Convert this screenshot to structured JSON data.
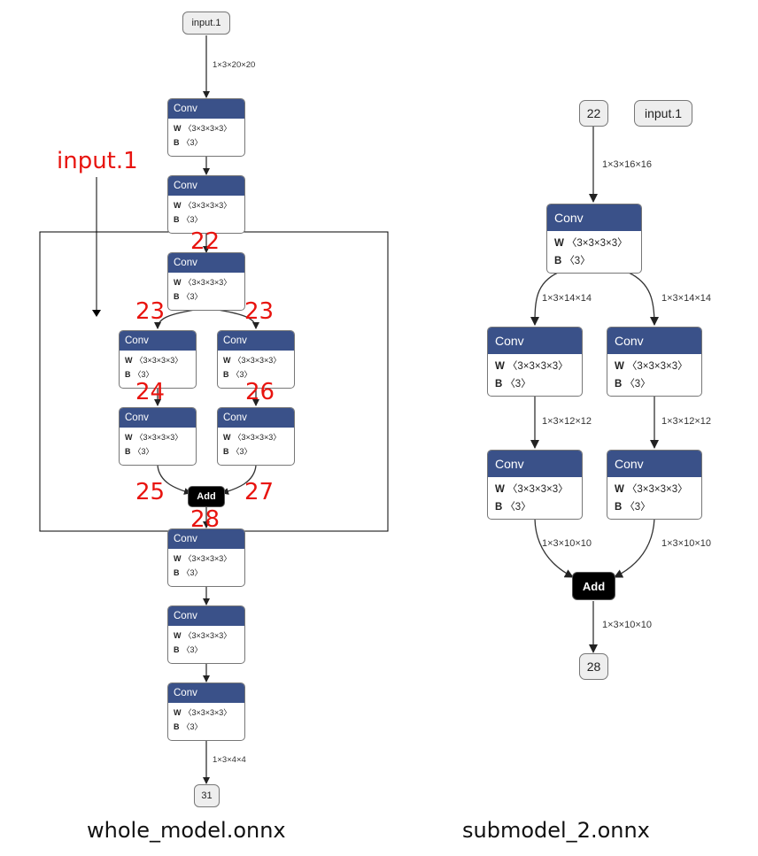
{
  "whole_model": {
    "caption": "whole_model.onnx",
    "input_node": "input.1",
    "output_node": "31",
    "edge_in": "1×3×20×20",
    "edge_out": "1×3×4×4",
    "conv_title": "Conv",
    "w_key": "W",
    "w_val": "〈3×3×3×3〉",
    "b_key": "B",
    "b_val": "〈3〉",
    "add_label": "Add",
    "annotations": {
      "input_arrow": "input.1",
      "t22": "22",
      "t23a": "23",
      "t23b": "23",
      "t24": "24",
      "t26": "26",
      "t25": "25",
      "t27": "27",
      "t28": "28"
    }
  },
  "submodel_2": {
    "caption": "submodel_2.onnx",
    "input_22": "22",
    "input_1": "input.1",
    "output_node": "28",
    "edge_16": "1×3×16×16",
    "edge_14a": "1×3×14×14",
    "edge_14b": "1×3×14×14",
    "edge_12a": "1×3×12×12",
    "edge_12b": "1×3×12×12",
    "edge_10a": "1×3×10×10",
    "edge_10b": "1×3×10×10",
    "edge_10c": "1×3×10×10",
    "conv_title": "Conv",
    "w_key": "W",
    "w_val": "〈3×3×3×3〉",
    "b_key": "B",
    "b_val": "〈3〉",
    "add_label": "Add"
  },
  "colors": {
    "node_header": "#3a5189",
    "annotation_red": "#e8140f",
    "add_node": "#000000"
  }
}
